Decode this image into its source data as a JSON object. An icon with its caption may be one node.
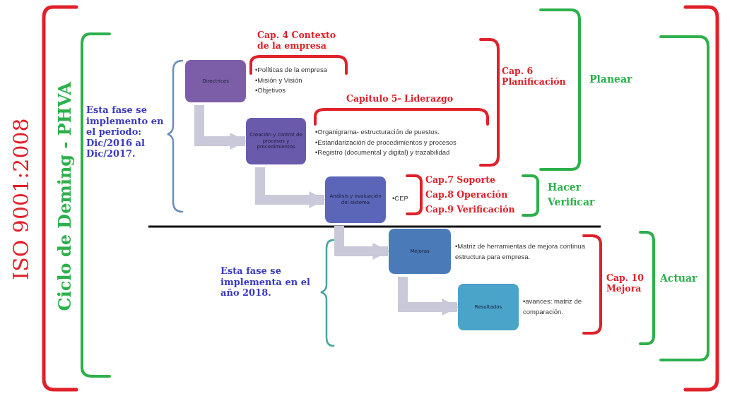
{
  "diagram": {
    "nodes": [
      {
        "text": [
          "Directrices"
        ],
        "beside": [
          "•Políticas de la empresa",
          "•Misión y Visión",
          "•Objetivos"
        ]
      },
      {
        "text": [
          "Creación y control de procesos y procedimientos"
        ],
        "beside": [
          "•Organigrama- estructuración de puestos.",
          "•Estandarización de procedimientos y procesos",
          "•Registro (documental y digital)  y trazabilidad"
        ]
      },
      {
        "text": [
          "Análisis y evaluación del sistema"
        ],
        "beside": [
          "•CEP"
        ]
      },
      {
        "text": [
          "Mejoras"
        ],
        "beside": [
          "•Matriz de herramientas de mejora continua estructura para empresa."
        ]
      },
      {
        "text": [
          "Resultados"
        ],
        "beside": [
          "•avances: matriz de comparación."
        ]
      }
    ],
    "edges": [
      {
        "from": 0,
        "to": 1,
        "arrow": "to"
      },
      {
        "from": 1,
        "to": 2,
        "arrow": "to"
      },
      {
        "from": 2,
        "to": 3,
        "arrow": "to"
      },
      {
        "from": 3,
        "to": 4,
        "arrow": "to"
      }
    ],
    "labels": [
      "ISO 9001:2008",
      "Ciclo de Deming - PHVA",
      "Esta fase se implemento en el periodo: Dic/2016 al Dic/2017.",
      "Cap. 4 Contexto de la empresa",
      "Capitulo 5- Liderazgo",
      "Cap. 6 Planificación",
      "Planear",
      "Cap.7 Soporte",
      "Cap.8 Operación",
      "Cap.9 Verificación",
      "Hacer",
      "Verificar",
      "Esta fase se implementa en el año 2018.",
      "Cap. 10 Mejora",
      "Actuar"
    ]
  }
}
